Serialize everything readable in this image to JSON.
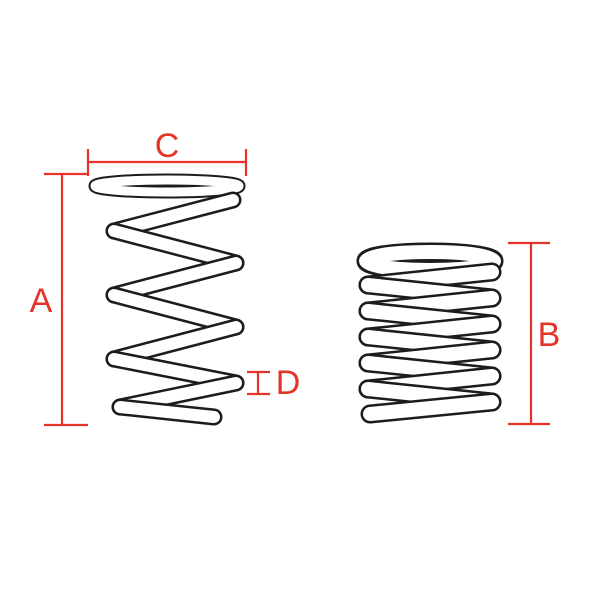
{
  "diagram": {
    "dimensions": {
      "free_length_label": "A",
      "compressed_length_label": "B",
      "outer_diameter_label": "C",
      "wire_diameter_label": "D"
    }
  },
  "colors": {
    "dimension": "#e63329",
    "line": "#1c1c1c",
    "background": "#ffffff"
  }
}
